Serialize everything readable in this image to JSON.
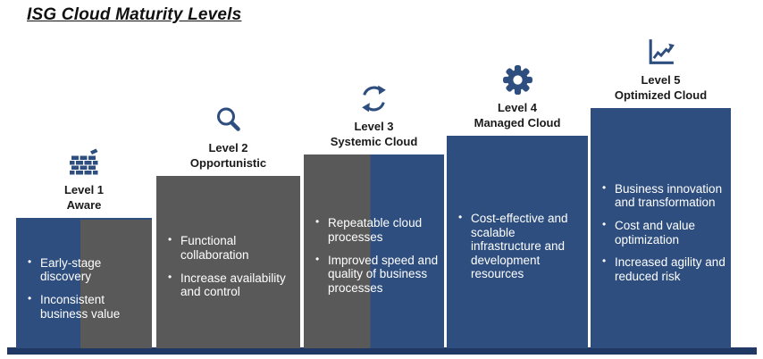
{
  "page": {
    "title": "ISG Cloud Maturity Levels"
  },
  "colors": {
    "bar_blue": "#2d4e7e",
    "bar_gray": "#595959",
    "base_strip_navy": "#1f3864",
    "header_text": "#1a1a1a",
    "bullet_text": "#ffffff"
  },
  "levels": [
    {
      "title": "Level 1",
      "subtitle": "Aware",
      "icon": "brick-wall-trowel-icon",
      "fill": "split-blue-gray",
      "bullets": [
        "Early-stage discovery",
        "Inconsistent business value"
      ]
    },
    {
      "title": "Level 2",
      "subtitle": "Opportunistic",
      "icon": "magnifier-icon",
      "fill": "gray",
      "bullets": [
        "Functional collaboration",
        "Increase availability and control"
      ]
    },
    {
      "title": "Level 3",
      "subtitle": "Systemic Cloud",
      "icon": "cycle-arrows-icon",
      "fill": "split-gray-blue",
      "bullets": [
        "Repeatable cloud processes",
        "Improved speed and quality of business processes"
      ]
    },
    {
      "title": "Level 4",
      "subtitle": "Managed Cloud",
      "icon": "gear-icon",
      "fill": "blue",
      "bullets": [
        "Cost-effective and scalable infrastructure and development resources"
      ]
    },
    {
      "title": "Level 5",
      "subtitle": "Optimized Cloud",
      "icon": "chart-increase-icon",
      "fill": "blue",
      "bullets": [
        "Business innovation and transformation",
        "Cost and value optimization",
        "Increased agility and reduced risk"
      ]
    }
  ]
}
